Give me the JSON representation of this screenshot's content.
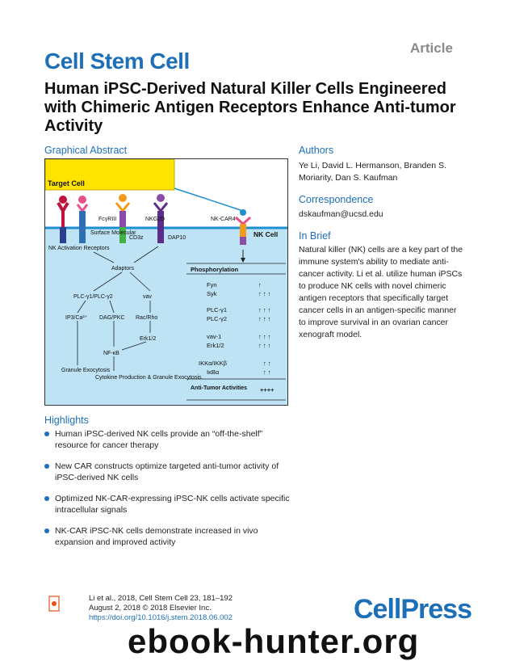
{
  "header": {
    "article_tag": "Article",
    "journal": "Cell Stem Cell",
    "title": "Human iPSC-Derived Natural Killer Cells Engineered with Chimeric Antigen Receptors Enhance Anti-tumor Activity"
  },
  "graphical_abstract": {
    "heading": "Graphical Abstract",
    "target_cell": "Target Cell",
    "nk_cell": "NK Cell",
    "labels": {
      "fcyriii": "FcγRIII",
      "nkg2d": "NKG2D",
      "nk_car4": "NK-CAR4",
      "surface_molecular": "Surface Molecular",
      "cd3z": "CD3z",
      "dap10": "DAP10",
      "nk_activation_receptors": "NK Activation Receptors",
      "adaptors": "Adaptors",
      "plc": "PLC-γ1/PLC-γ2",
      "vav": "vav",
      "ip3": "IP3/Ca²⁺",
      "dag": "DAG/PKC",
      "rac": "Rac/Rho",
      "erk": "Erk1/2",
      "nfkb": "NF-κB",
      "granule_exocytosis": "Granule Exocytosis",
      "cytokine": "Cytokine Production & Granule Exocytosis"
    },
    "phosphorylation_table": {
      "heading": "Phosphorylation",
      "rows": [
        {
          "name": "Fyn",
          "arrows": "↑"
        },
        {
          "name": "Syk",
          "arrows": "↑ ↑ ↑"
        },
        {
          "name": "PLC-γ1",
          "arrows": "↑ ↑ ↑"
        },
        {
          "name": "PLC-γ2",
          "arrows": "↑ ↑ ↑"
        },
        {
          "name": "vav-1",
          "arrows": "↑ ↑ ↑"
        },
        {
          "name": "Erk1/2",
          "arrows": "↑ ↑ ↑"
        },
        {
          "name": "IKKα/IKKβ",
          "arrows": "↑ ↑"
        },
        {
          "name": "IκBα",
          "arrows": "↑ ↑"
        }
      ],
      "anti_tumor_label": "Anti-Tumor Activities",
      "anti_tumor_value": "++++"
    }
  },
  "authors": {
    "heading": "Authors",
    "names": "Ye Li, David L. Hermanson, Branden S. Moriarity, Dan S. Kaufman"
  },
  "correspondence": {
    "heading": "Correspondence",
    "email": "dskaufman@ucsd.edu"
  },
  "in_brief": {
    "heading": "In Brief",
    "text": "Natural killer (NK) cells are a key part of the immune system's ability to mediate anti-cancer activity. Li et al. utilize human iPSCs to produce NK cells with novel chimeric antigen receptors that specifically target cancer cells in an antigen-specific manner to improve survival in an ovarian cancer xenograft model."
  },
  "highlights": {
    "heading": "Highlights",
    "items": [
      "Human iPSC-derived NK cells provide an “off-the-shelf” resource for cancer therapy",
      "New CAR constructs optimize targeted anti-tumor activity of iPSC-derived NK cells",
      "Optimized NK-CAR-expressing iPSC-NK cells activate specific intracellular signals",
      "NK-CAR iPSC-NK cells demonstrate increased in vivo expansion and improved activity"
    ]
  },
  "citation": {
    "line1": "Li et al., 2018, Cell Stem Cell 23, 181–192",
    "line2": "August 2, 2018 © 2018 Elsevier Inc.",
    "doi": "https://doi.org/10.1016/j.stem.2018.06.002"
  },
  "publisher": "CellPress",
  "watermark": "ebook-hunter.org",
  "colors": {
    "accent": "#1d6fb8",
    "target_cell": "#ffe400",
    "nk_cell": "#bde3f5"
  }
}
